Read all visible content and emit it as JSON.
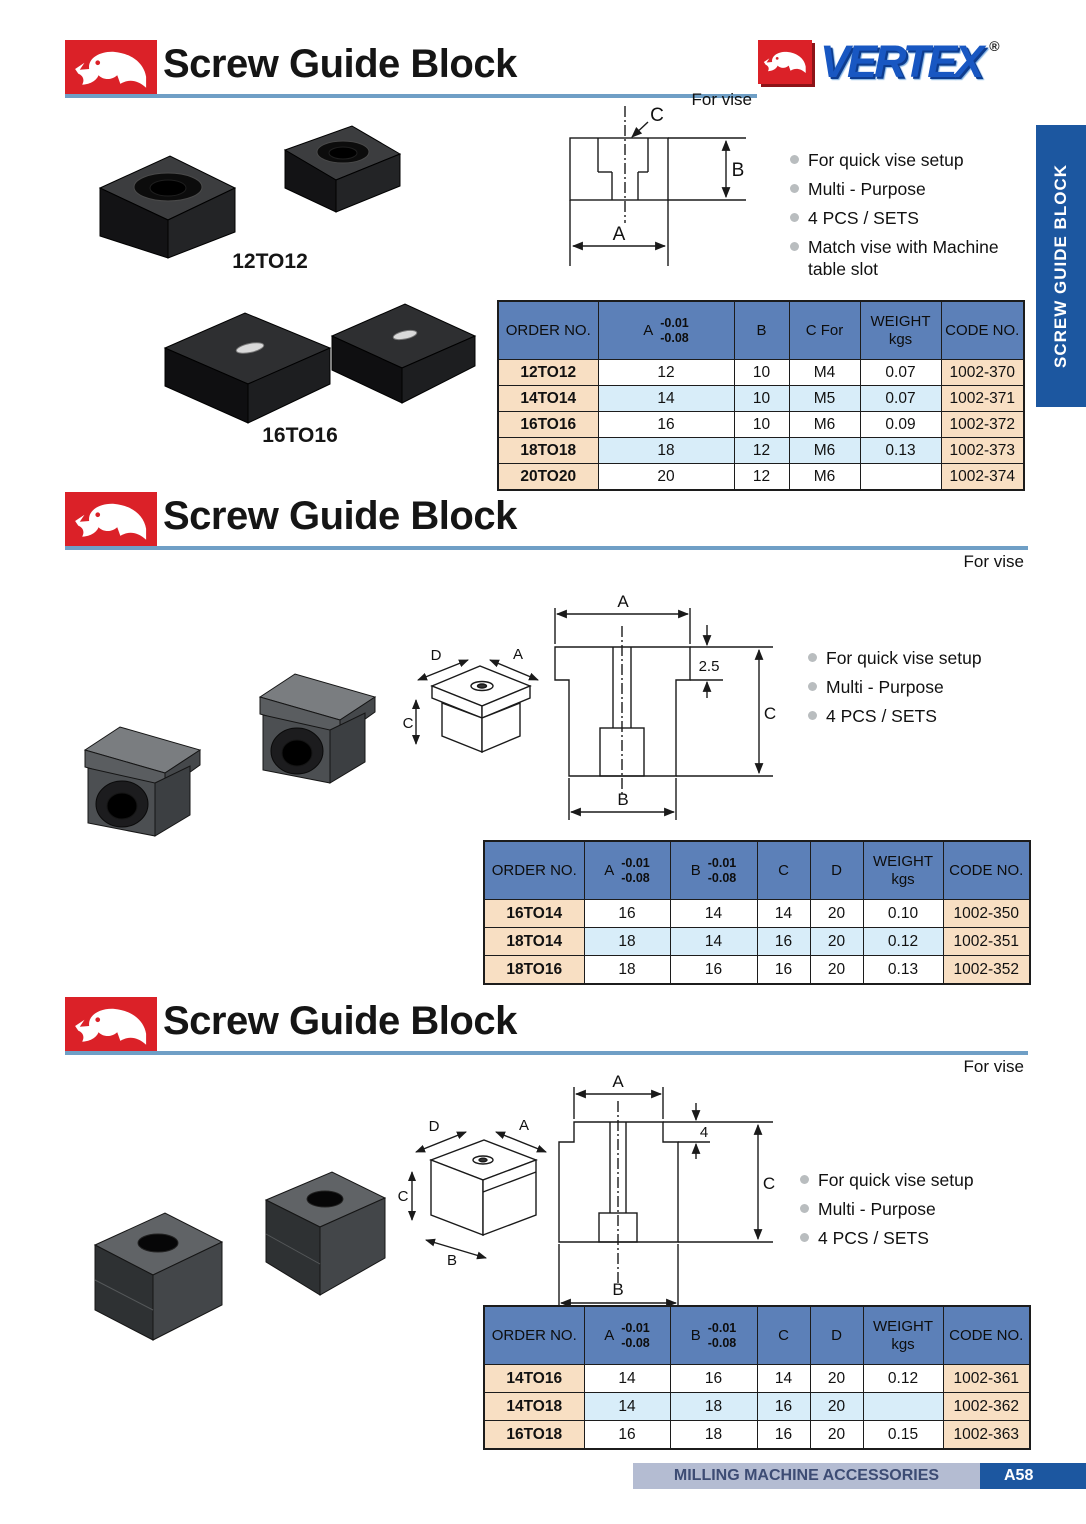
{
  "brand": {
    "name": "VERTEX",
    "reg": "®"
  },
  "side_tab": "SCREW GUIDE BLOCK",
  "footer": {
    "label": "MILLING MACHINE ACCESSORIES",
    "page": "A58"
  },
  "colors": {
    "table_header_blue": "#5c80b8",
    "row_peach": "#f8dfc3",
    "row_blue": "#d8edf9",
    "sidebar_blue": "#1c57a0",
    "accent_red": "#db2128",
    "underline_blue": "#6f9fc6",
    "footer_gray": "#b4bcd2",
    "vertex_blue": "#1857c2"
  },
  "sections": [
    {
      "title": "Screw Guide Block",
      "for_vise": "For vise",
      "photo_labels": [
        "12TO12",
        "16TO16"
      ],
      "bullets": [
        "For quick vise setup",
        "Multi - Purpose",
        "4 PCS / SETS",
        "Match vise with Machine table slot"
      ],
      "diagram": {
        "a": "A",
        "b": "B",
        "c": "C"
      },
      "table": {
        "headers": [
          {
            "label": "ORDER NO."
          },
          {
            "label": "A",
            "tol": [
              "-0.01",
              "-0.08"
            ]
          },
          {
            "label": "B"
          },
          {
            "label": "C For"
          },
          {
            "label": "WEIGHT",
            "sub": "kgs"
          },
          {
            "label": "CODE NO."
          }
        ],
        "rows": [
          [
            "12TO12",
            "12",
            "10",
            "M4",
            "0.07",
            "1002-370"
          ],
          [
            "14TO14",
            "14",
            "10",
            "M5",
            "0.07",
            "1002-371"
          ],
          [
            "16TO16",
            "16",
            "10",
            "M6",
            "0.09",
            "1002-372"
          ],
          [
            "18TO18",
            "18",
            "12",
            "M6",
            "0.13",
            "1002-373"
          ],
          [
            "20TO20",
            "20",
            "12",
            "M6",
            "",
            "1002-374"
          ]
        ]
      }
    },
    {
      "title": "Screw Guide Block",
      "for_vise": "For vise",
      "bullets": [
        "For quick vise setup",
        "Multi - Purpose",
        "4 PCS / SETS"
      ],
      "diagram": {
        "a": "A",
        "b": "B",
        "c": "C",
        "d": "D",
        "step": "2.5"
      },
      "table": {
        "headers": [
          {
            "label": "ORDER NO."
          },
          {
            "label": "A",
            "tol": [
              "-0.01",
              "-0.08"
            ]
          },
          {
            "label": "B",
            "tol": [
              "-0.01",
              "-0.08"
            ]
          },
          {
            "label": "C"
          },
          {
            "label": "D"
          },
          {
            "label": "WEIGHT",
            "sub": "kgs"
          },
          {
            "label": "CODE NO."
          }
        ],
        "rows": [
          [
            "16TO14",
            "16",
            "14",
            "14",
            "20",
            "0.10",
            "1002-350"
          ],
          [
            "18TO14",
            "18",
            "14",
            "16",
            "20",
            "0.12",
            "1002-351"
          ],
          [
            "18TO16",
            "18",
            "16",
            "16",
            "20",
            "0.13",
            "1002-352"
          ]
        ]
      }
    },
    {
      "title": "Screw Guide Block",
      "for_vise": "For vise",
      "bullets": [
        "For quick vise setup",
        "Multi - Purpose",
        "4 PCS / SETS"
      ],
      "diagram": {
        "a": "A",
        "b": "B",
        "c": "C",
        "d": "D",
        "step": "4"
      },
      "table": {
        "headers": [
          {
            "label": "ORDER NO."
          },
          {
            "label": "A",
            "tol": [
              "-0.01",
              "-0.08"
            ]
          },
          {
            "label": "B",
            "tol": [
              "-0.01",
              "-0.08"
            ]
          },
          {
            "label": "C"
          },
          {
            "label": "D"
          },
          {
            "label": "WEIGHT",
            "sub": "kgs"
          },
          {
            "label": "CODE NO."
          }
        ],
        "rows": [
          [
            "14TO16",
            "14",
            "16",
            "14",
            "20",
            "0.12",
            "1002-361"
          ],
          [
            "14TO18",
            "14",
            "18",
            "16",
            "20",
            "",
            "1002-362"
          ],
          [
            "16TO18",
            "16",
            "18",
            "16",
            "20",
            "0.15",
            "1002-363"
          ]
        ]
      }
    }
  ]
}
